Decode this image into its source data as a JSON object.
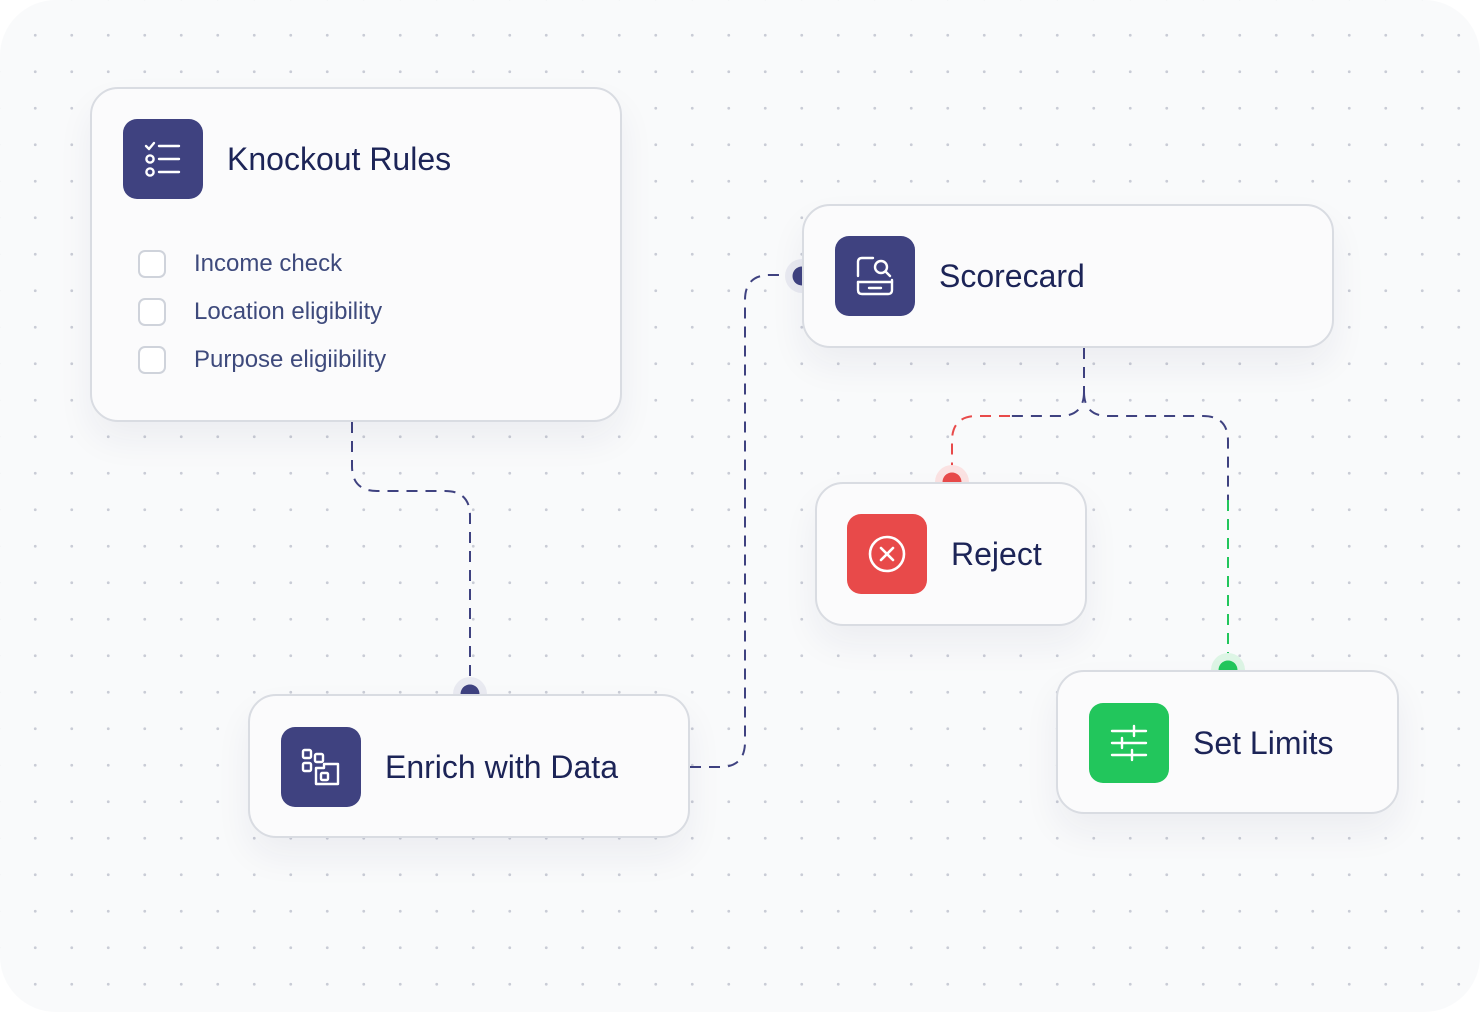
{
  "nodes": {
    "knockout": {
      "title": "Knockout Rules",
      "icon": "checklist-icon",
      "color": "#3f4280",
      "checks": [
        {
          "label": "Income check",
          "checked": false
        },
        {
          "label": "Location eligibility",
          "checked": false
        },
        {
          "label": "Purpose eligiibility",
          "checked": false
        }
      ]
    },
    "enrich": {
      "title": "Enrich with Data",
      "icon": "data-blocks-icon",
      "color": "#3f4280"
    },
    "scorecard": {
      "title": "Scorecard",
      "icon": "scorecard-search-icon",
      "color": "#3f4280"
    },
    "reject": {
      "title": "Reject",
      "icon": "x-circle-icon",
      "color": "#e84a4a"
    },
    "limits": {
      "title": "Set Limits",
      "icon": "sliders-icon",
      "color": "#22c65c"
    }
  },
  "edges": [
    {
      "from": "Knockout Rules",
      "to": "Enrich with Data",
      "color": "#3f4280"
    },
    {
      "from": "Enrich with Data",
      "to": "Scorecard",
      "color": "#3f4280"
    },
    {
      "from": "Scorecard",
      "to": "Reject",
      "color": "#e84a4a"
    },
    {
      "from": "Scorecard",
      "to": "Set Limits",
      "color": "#22c65c"
    }
  ]
}
